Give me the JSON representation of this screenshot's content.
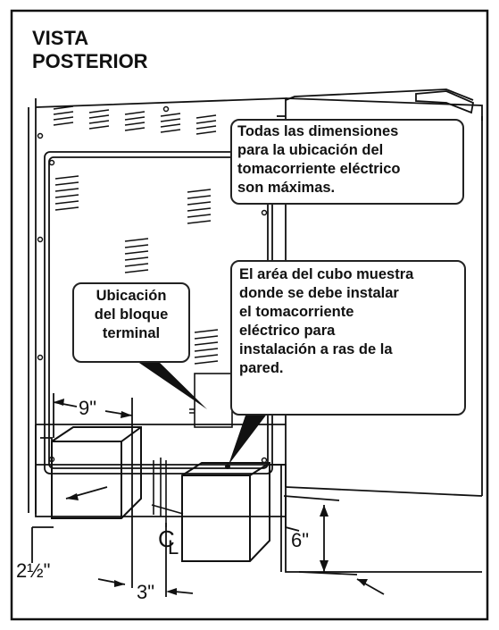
{
  "title": {
    "line1": "VISTA",
    "line2": "POSTERIOR"
  },
  "callouts": {
    "dimensions_note": [
      "Todas las dimensiones",
      "para la ubicación del",
      "tomacorriente eléctrico",
      "son máximas."
    ],
    "box_area_note": [
      "El aréa del cubo muestra",
      "donde se debe instalar",
      "el tomacorriente",
      "eléctrico para",
      "instalación a ras de la",
      "pared."
    ],
    "terminal_note": [
      "Ubicación",
      "del bloque",
      "terminal"
    ]
  },
  "dimensions": {
    "width_from_side": "9\"",
    "height_from_floor": "2½\"",
    "offset_from_center": "3\"",
    "box_height": "6\"",
    "centerline_symbol": "C",
    "centerline_symbol_sub": "L"
  }
}
